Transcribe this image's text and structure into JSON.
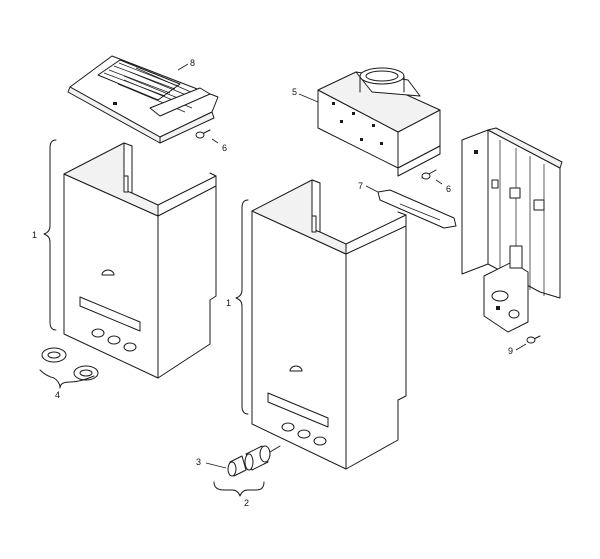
{
  "callouts": {
    "housing_left": "1",
    "housing_right": "1",
    "connector_kit": "2",
    "connector": "3",
    "grommets": "4",
    "draft_hood": "5",
    "screw_top": "6",
    "screw_mid": "6",
    "bracket_strip": "7",
    "top_grille": "8",
    "screw_bottom": "9"
  }
}
